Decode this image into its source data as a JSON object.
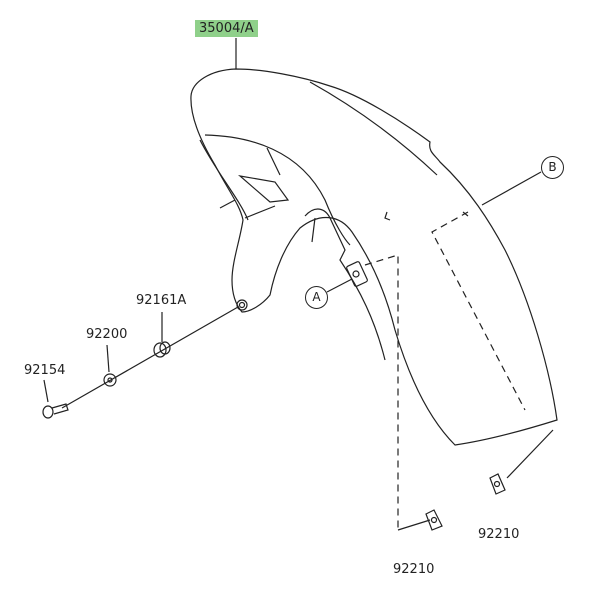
{
  "diagram": {
    "main_part": "35004/A",
    "callouts": {
      "a": "A",
      "b": "B"
    },
    "parts": [
      {
        "number": "92161A"
      },
      {
        "number": "92200"
      },
      {
        "number": "92154"
      },
      {
        "number": "92210"
      },
      {
        "number": "92210"
      }
    ],
    "highlight_color": "#8fd08a"
  }
}
